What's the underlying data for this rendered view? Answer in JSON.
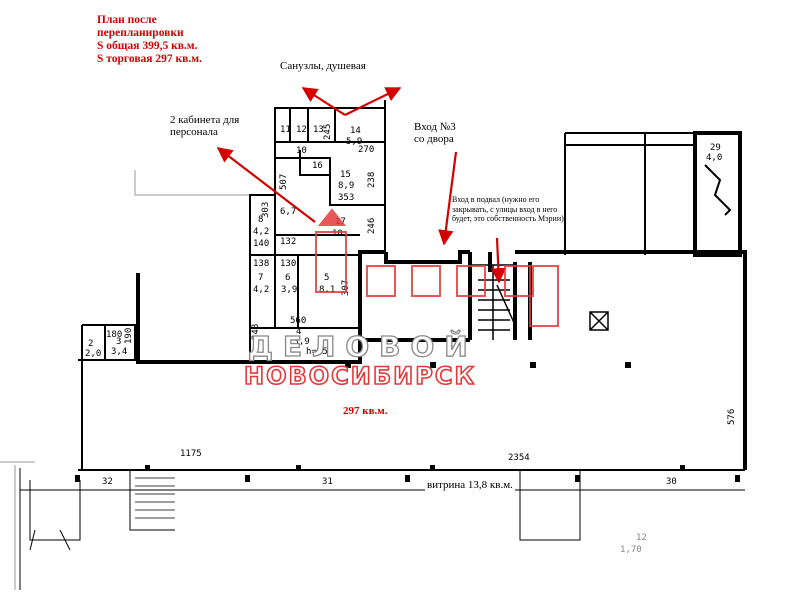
{
  "header": {
    "title_line1": "План после",
    "title_line2": "перепланировки",
    "total_area": "S общая 399,5 кв.м.",
    "trade_area": "S  торговая 297 кв.м."
  },
  "annotations": {
    "bathrooms": "Санузлы, душевая",
    "offices_line1": "2 кабинета для",
    "offices_line2": "персонала",
    "entrance_line1": "Вход №3",
    "entrance_line2": "со двора",
    "basement": "Вход в подвал (нужно его закрывать, с улицы вход в него будет, это собственность Мэрии)",
    "hall_area": "297 кв.м.",
    "showcase": "витрина 13,8 кв.м."
  },
  "watermark": {
    "line1": "ДЕЛОВОЙ",
    "line2": "НОВОСИБИРСК"
  },
  "rooms": [
    {
      "num": "11",
      "area": "",
      "dim": ""
    },
    {
      "num": "12",
      "area": "",
      "dim": ""
    },
    {
      "num": "13",
      "area": "",
      "dim": "245"
    },
    {
      "num": "14",
      "area": "5,9",
      "dim": "270"
    },
    {
      "num": "15",
      "area": "8,9",
      "dim": "353"
    },
    {
      "num": "16",
      "area": "",
      "dim": ""
    },
    {
      "num": "17",
      "area": "10,",
      "dim": ""
    },
    {
      "num": "8",
      "area": "4,2",
      "dim": "140"
    },
    {
      "num": "7",
      "area": "4,2",
      "dim": ""
    },
    {
      "num": "6",
      "area": "3,9",
      "dim": ""
    },
    {
      "num": "5",
      "area": "8,1",
      "dim": "307"
    },
    {
      "num": "4",
      "area": "13,9",
      "dim": ""
    },
    {
      "num": "2",
      "area": "2,0",
      "dim": ""
    },
    {
      "num": "3",
      "area": "3,4",
      "dim": "180"
    },
    {
      "num": "29",
      "area": "4,0",
      "dim": ""
    }
  ],
  "dimensions": [
    "10",
    "507",
    "238",
    "303",
    "138",
    "130",
    "132",
    "560",
    "248",
    "246",
    "190",
    "1175",
    "2354",
    "576",
    "32",
    "31",
    "30",
    "h=250",
    "6,7"
  ],
  "margin_marks": [
    "12",
    "1,70"
  ],
  "colors": {
    "red": "#d40000",
    "watermark": "#e23a3a",
    "lines": "#000000"
  }
}
